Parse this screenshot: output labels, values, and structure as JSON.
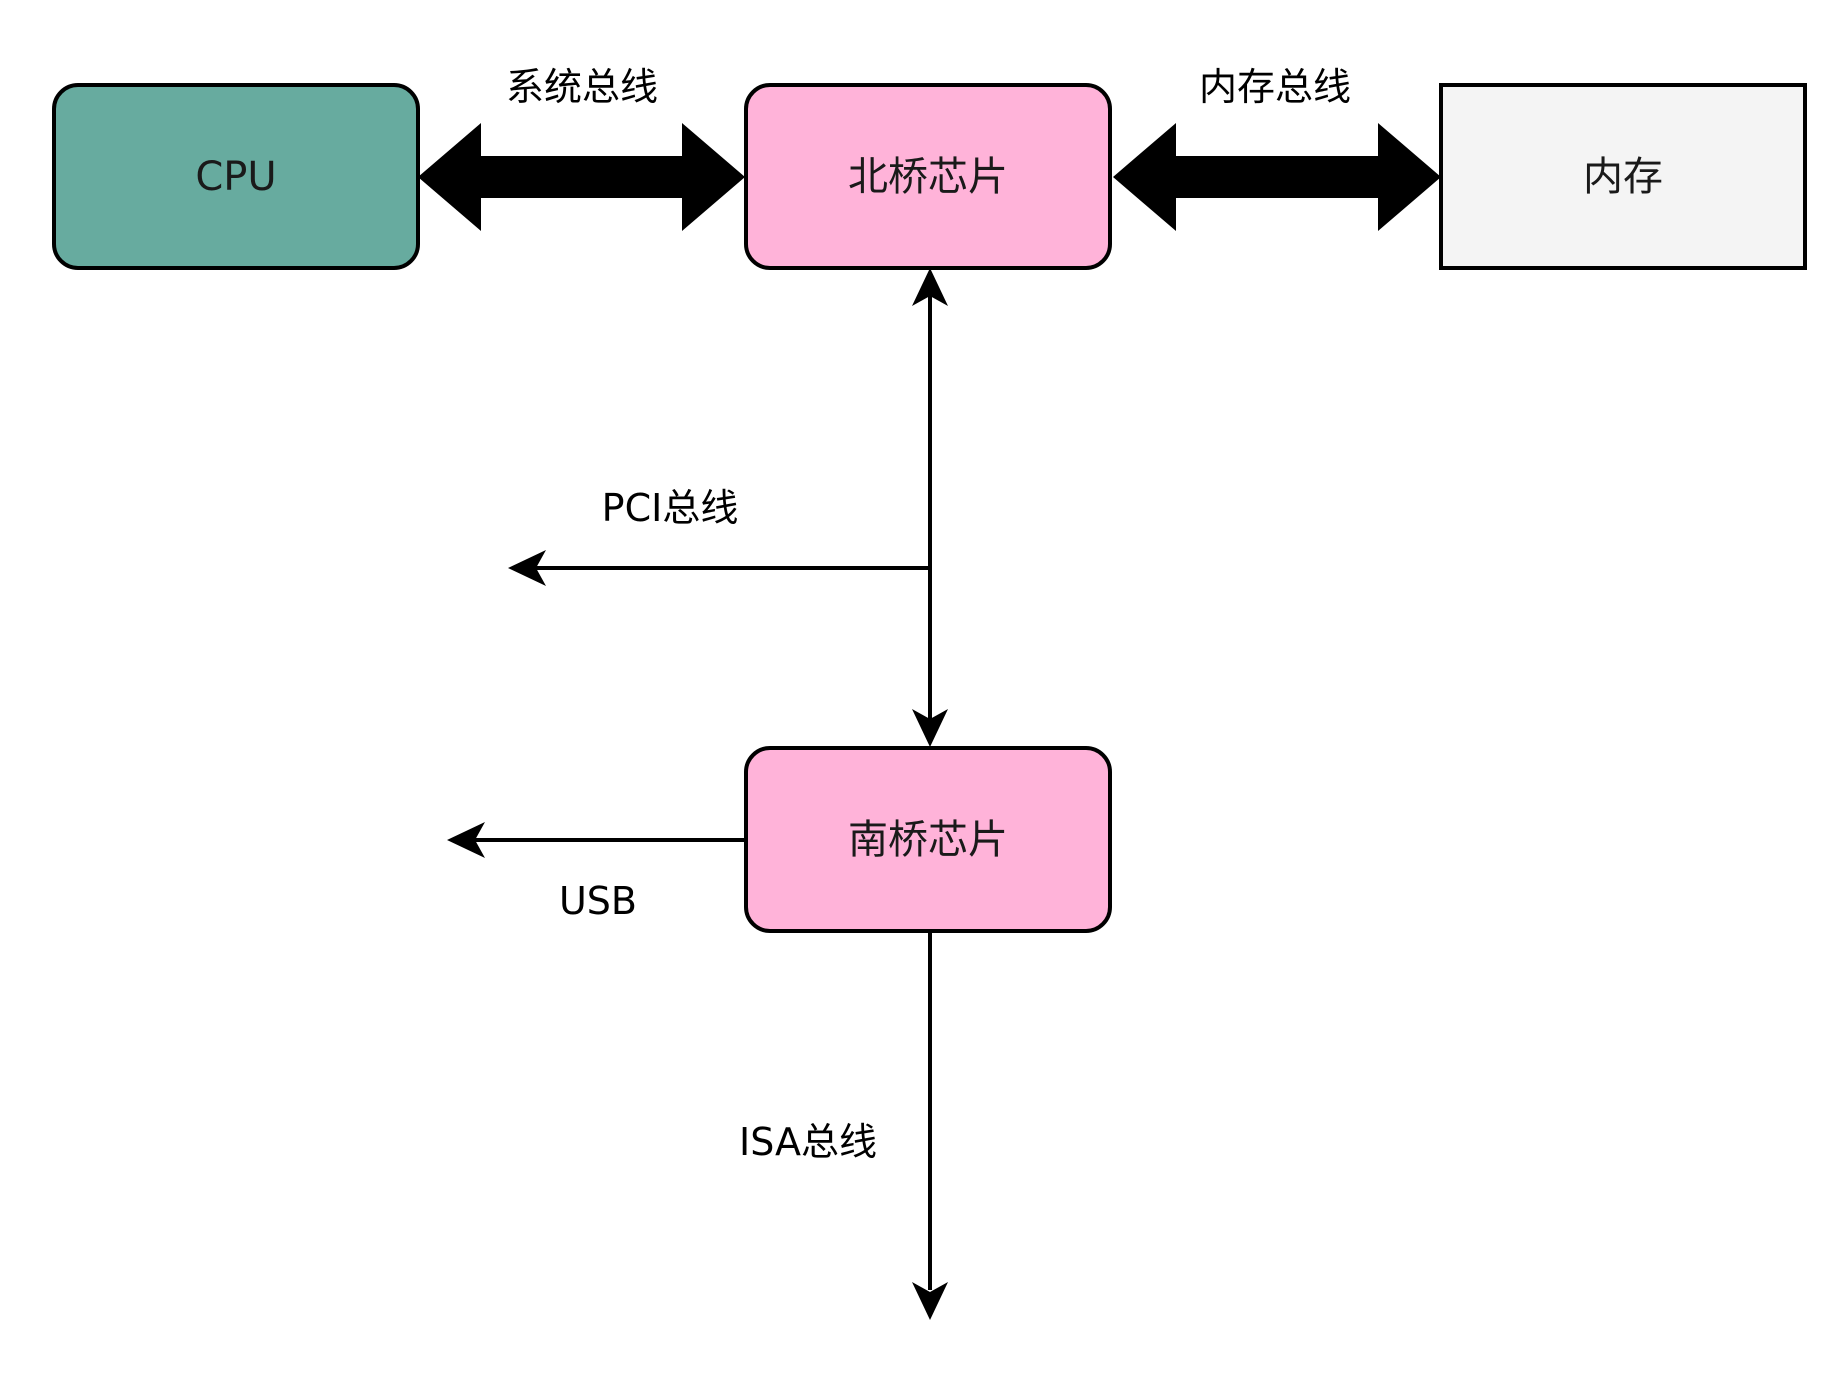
{
  "nodes": {
    "cpu": {
      "label": "CPU",
      "fill": "#67AB9F"
    },
    "northbridge": {
      "label": "北桥芯片",
      "fill": "#FFB3D9"
    },
    "memory": {
      "label": "内存",
      "fill": "#F4F4F4"
    },
    "southbridge": {
      "label": "南桥芯片",
      "fill": "#FFB3D9"
    }
  },
  "edges": {
    "system_bus": {
      "label": "系统总线"
    },
    "memory_bus": {
      "label": "内存总线"
    },
    "pci_bus": {
      "label": "PCI总线"
    },
    "usb": {
      "label": "USB"
    },
    "isa_bus": {
      "label": "ISA总线"
    }
  }
}
